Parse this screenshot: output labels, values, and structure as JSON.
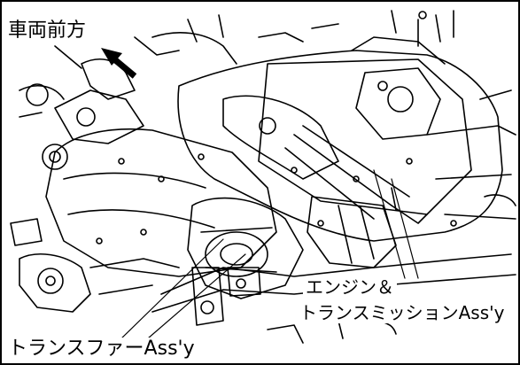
{
  "labels": {
    "vehicle_front": "車両前方",
    "engine_line1": "エンジン＆",
    "engine_line2": "トランスミッションAss'y",
    "transfer": "トランスファーAss'y"
  },
  "colors": {
    "ink": "#000000",
    "paper": "#ffffff"
  },
  "icons": {
    "direction_arrow": "arrow-up-left-icon"
  }
}
